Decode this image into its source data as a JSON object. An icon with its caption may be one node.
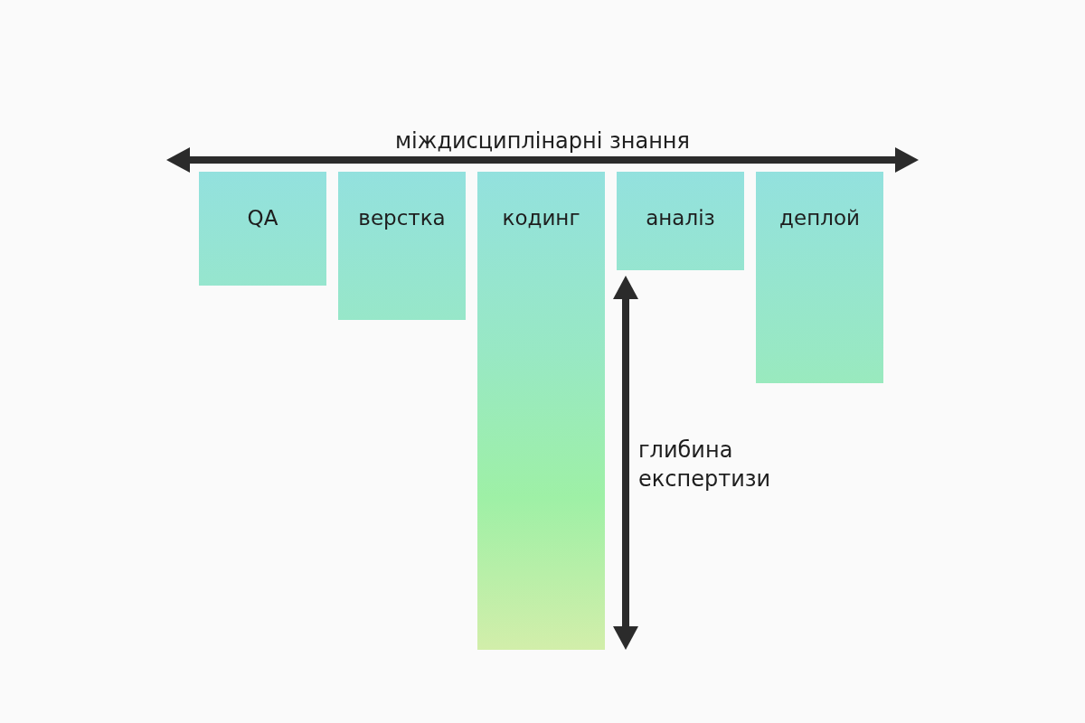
{
  "diagram": {
    "nodes": [
      {
        "text": [
          "QA"
        ]
      },
      {
        "text": [
          "верстка"
        ]
      },
      {
        "text": [
          "кодинг"
        ]
      },
      {
        "text": [
          "аналіз"
        ]
      },
      {
        "text": [
          "деплой"
        ]
      }
    ],
    "labels": [
      "міждисциплінарні знання",
      "глибина експертизи"
    ]
  }
}
